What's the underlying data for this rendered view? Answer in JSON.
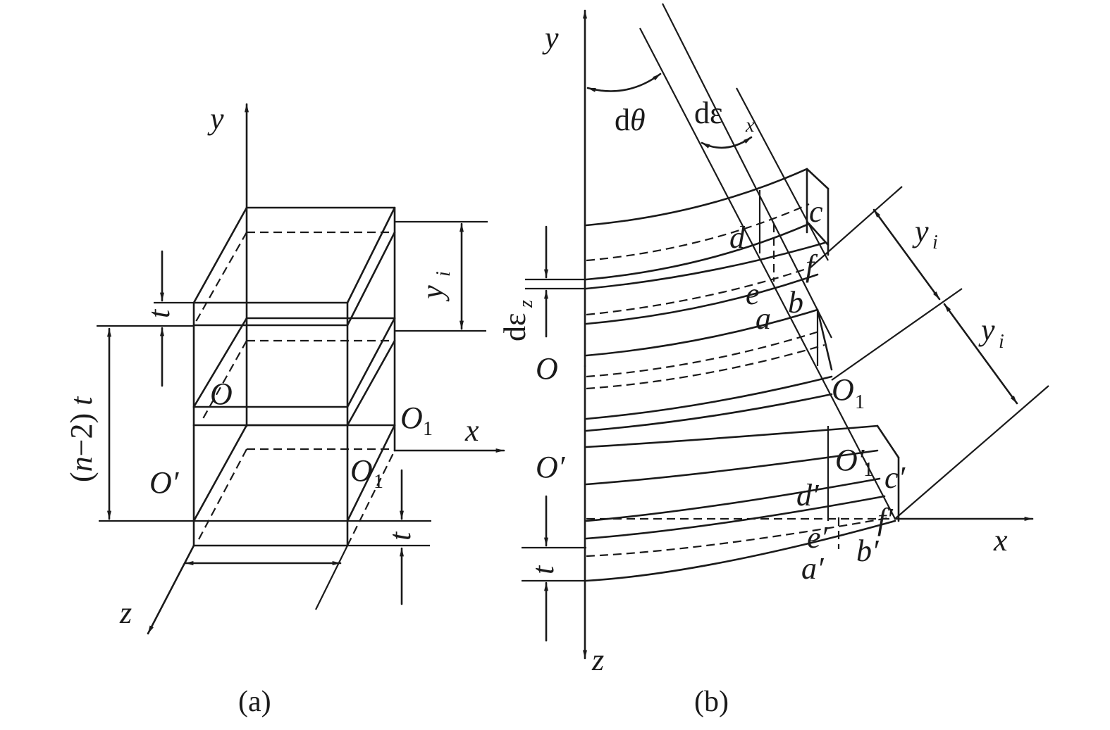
{
  "figure_a": {
    "caption": "(a)",
    "axis_y": "y",
    "axis_x": "x",
    "axis_z": "z",
    "label_t_top": "t",
    "label_t_bottom": "t",
    "label_height_pre": "(",
    "label_height_n": "n",
    "label_height_post": "−2) ",
    "label_height_t": "t",
    "label_yi": "y",
    "label_yi_sub": "i",
    "label_O": "O",
    "label_Oprime": "O′",
    "label_O1": "O",
    "label_O1_sub": "1",
    "label_O1prime": "O",
    "label_O1prime_sub": "1"
  },
  "figure_b": {
    "caption": "(b)",
    "axis_y": "y",
    "axis_x": "x",
    "axis_z": "z",
    "label_dtheta_d": "d",
    "label_dtheta_theta": "θ",
    "label_deps_x": "dε",
    "label_deps_x_sub": "x",
    "label_deps_z": "dε",
    "label_deps_z_sub": "z",
    "label_yi_1": "y",
    "label_yi_1_sub": "i",
    "label_yi_2": "y",
    "label_yi_2_sub": "i",
    "label_O": "O",
    "label_Oprime": "O′",
    "label_O1": "O",
    "label_O1_sub": "1",
    "label_O1prime": "O′",
    "label_O1prime_sub": "1",
    "label_t": "t",
    "points_top": [
      "a",
      "b",
      "c",
      "d",
      "e",
      "f"
    ],
    "points_bottom": [
      "a′",
      "b′",
      "c′",
      "d′",
      "e′",
      "f′"
    ]
  }
}
